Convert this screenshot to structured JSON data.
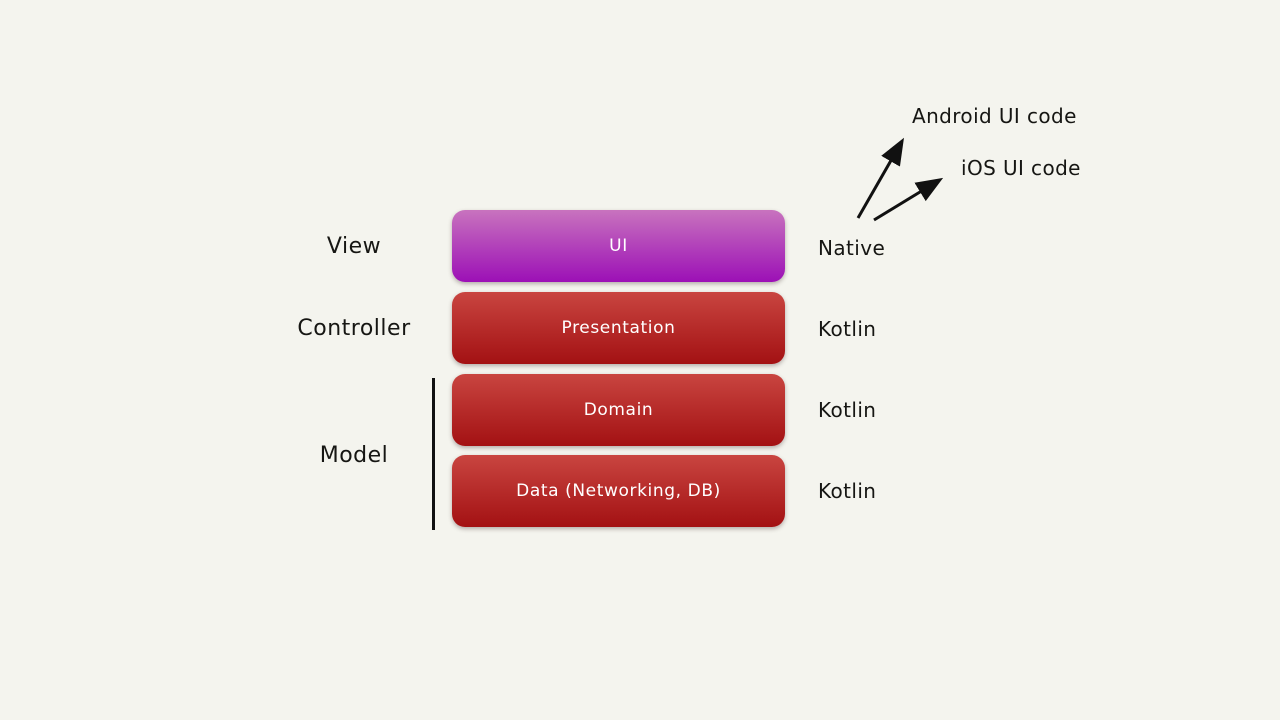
{
  "colors": {
    "background": "#f4f4ee",
    "purple_top": "#c873be",
    "purple_bottom": "#9c10b6",
    "red_top": "#c94540",
    "red_bottom": "#a31113",
    "text_dark": "#161613",
    "box_text": "#ffffff",
    "arrow": "#111111"
  },
  "left_labels": {
    "view": "View",
    "controller": "Controller",
    "model": "Model"
  },
  "boxes": [
    {
      "label": "UI",
      "gradient": "purple"
    },
    {
      "label": "Presentation",
      "gradient": "red"
    },
    {
      "label": "Domain",
      "gradient": "red"
    },
    {
      "label": "Data (Networking, DB)",
      "gradient": "red"
    }
  ],
  "right_labels": {
    "0": "Native",
    "1": "Kotlin",
    "2": "Kotlin",
    "3": "Kotlin"
  },
  "annotations": {
    "android": "Android UI code",
    "ios": "iOS UI code"
  }
}
